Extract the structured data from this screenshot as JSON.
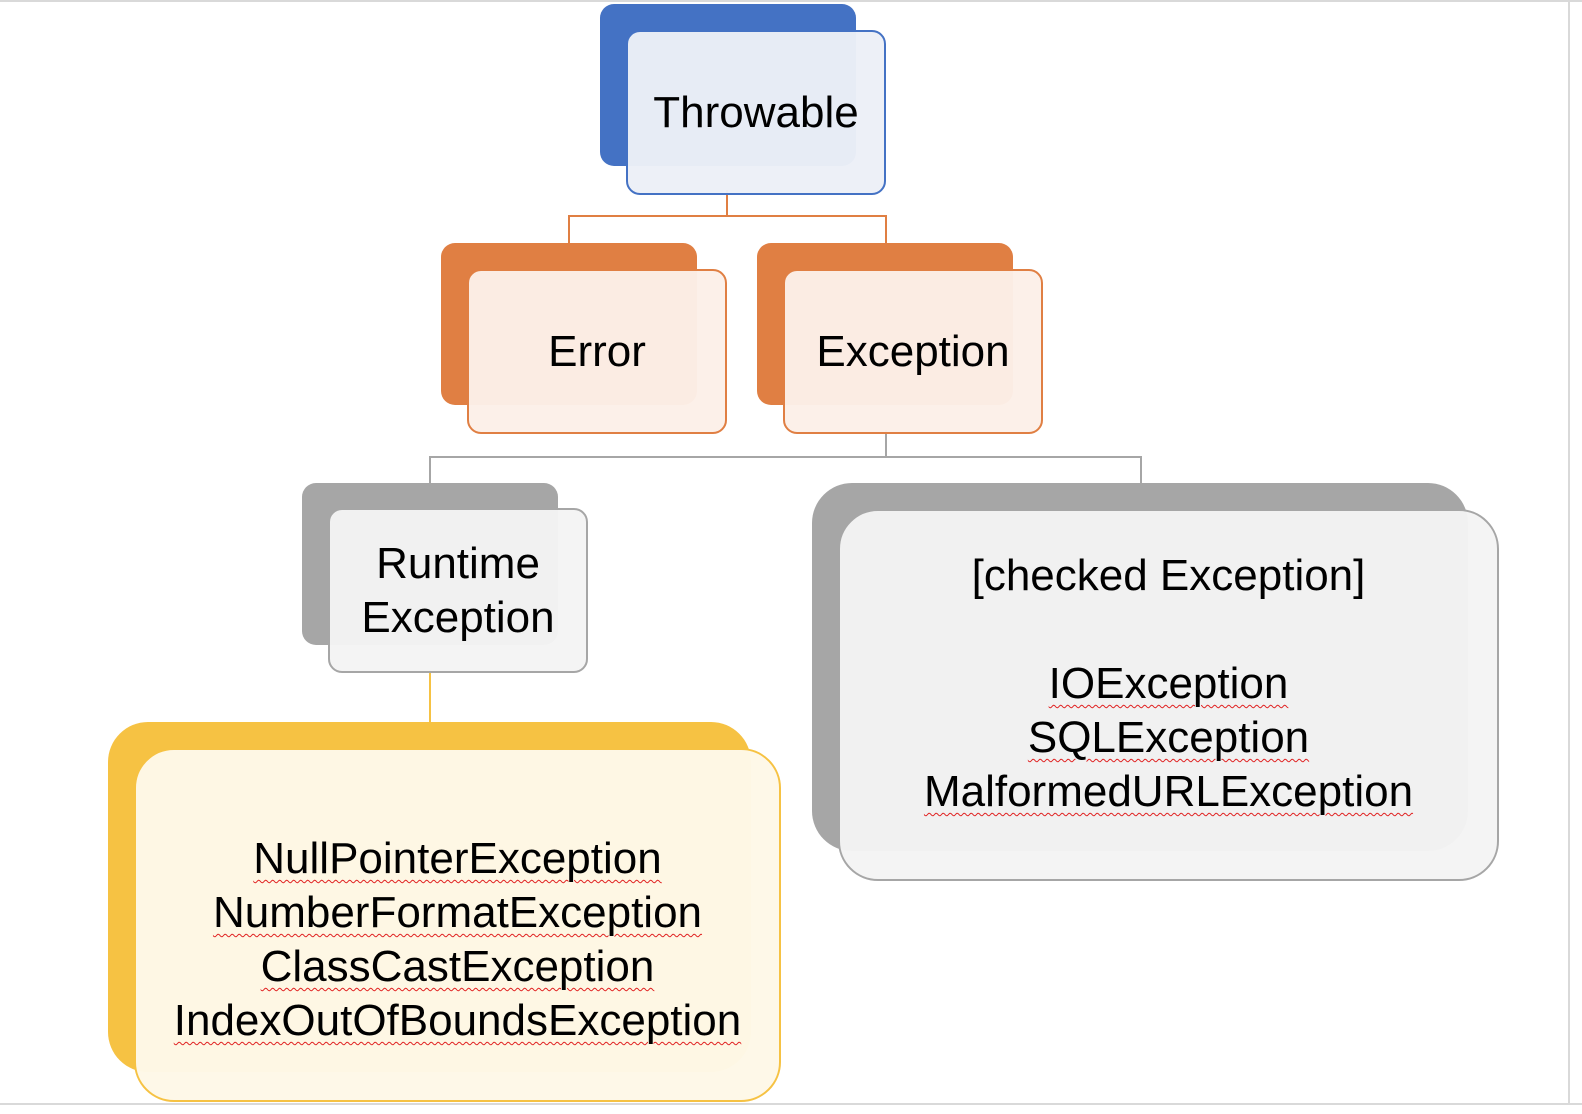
{
  "colors": {
    "blue": "#4472c4",
    "blue_fill": "#eceff7",
    "orange": "#e07f43",
    "orange_fill": "#fcefe8",
    "gray": "#a6a6a6",
    "gray_fill": "#f4f4f4",
    "yellow": "#f6c243",
    "yellow_fill": "#fef8e8"
  },
  "nodes": {
    "throwable": {
      "label": "Throwable"
    },
    "error": {
      "label": "Error"
    },
    "exception": {
      "label": "Exception"
    },
    "runtime": {
      "lines": [
        "Runtime",
        "Exception"
      ]
    },
    "checked": {
      "title": "[checked Exception]",
      "items": [
        "IOException",
        "SQLException",
        "MalformedURLException"
      ]
    },
    "unchecked": {
      "items": [
        "NullPointerException",
        "NumberFormatException",
        "ClassCastException",
        "IndexOutOfBoundsException"
      ]
    }
  }
}
